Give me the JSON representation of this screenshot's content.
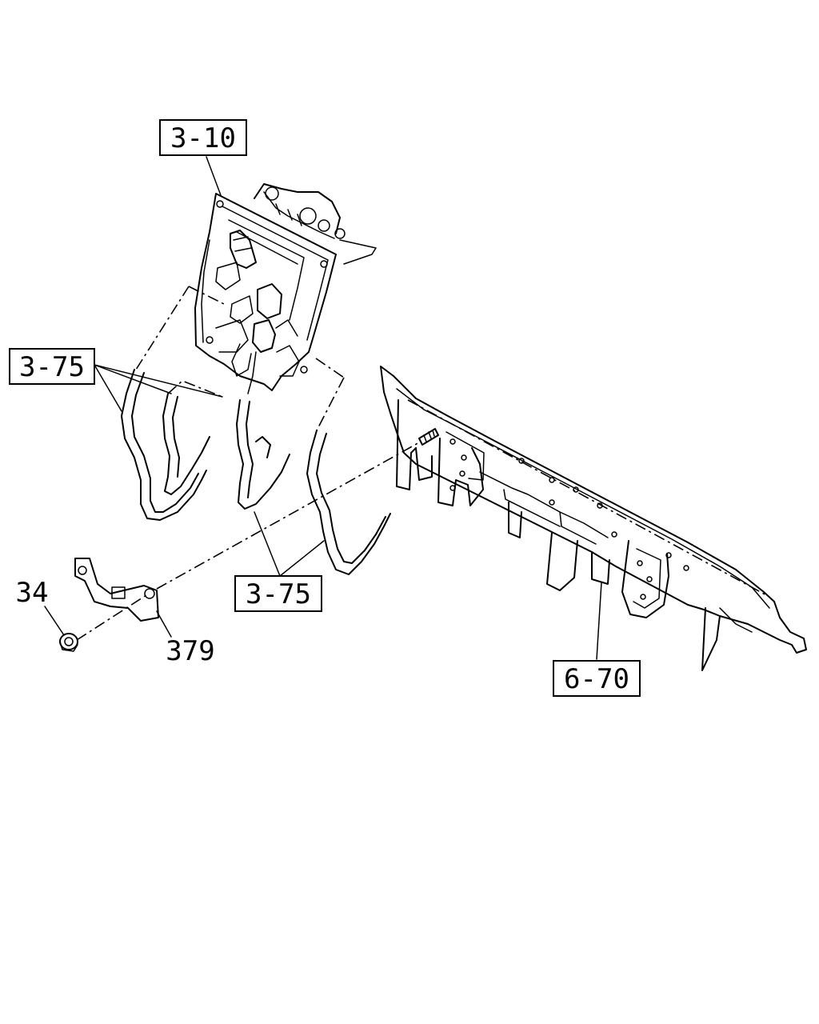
{
  "callouts": {
    "ref_3_10": "3-10",
    "ref_3_75_upper": "3-75",
    "ref_3_75_lower": "3-75",
    "ref_6_70": "6-70"
  },
  "parts": {
    "nut": "34",
    "bracket": "379"
  }
}
